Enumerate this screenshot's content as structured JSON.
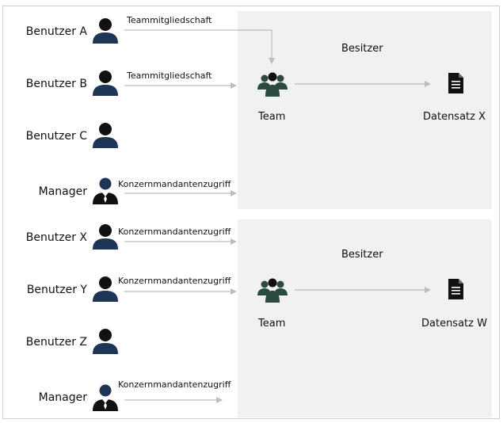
{
  "groups": [
    {
      "users": [
        {
          "label": "Benutzer A",
          "edge_label": "Teammitgliedschaft",
          "icon": "person-icon"
        },
        {
          "label": "Benutzer B",
          "edge_label": "Teammitgliedschaft",
          "icon": "person-icon"
        },
        {
          "label": "Benutzer C",
          "edge_label": "",
          "icon": "person-icon"
        },
        {
          "label": "Manager",
          "edge_label": "Konzernmandantenzugriff",
          "icon": "manager-icon"
        }
      ],
      "owner_label": "Besitzer",
      "team_label": "Team",
      "record_label": "Datensatz X"
    },
    {
      "users": [
        {
          "label": "Benutzer X",
          "edge_label": "Konzernmandantenzugriff",
          "icon": "person-icon"
        },
        {
          "label": "Benutzer Y",
          "edge_label": "Konzernmandantenzugriff",
          "icon": "person-icon"
        },
        {
          "label": "Benutzer Z",
          "edge_label": "",
          "icon": "person-icon"
        },
        {
          "label": "Manager",
          "edge_label": "Konzernmandantenzugriff",
          "icon": "manager-icon"
        }
      ],
      "owner_label": "Besitzer",
      "team_label": "Team",
      "record_label": "Datensatz W"
    }
  ],
  "colors": {
    "user_icon": "#1f3557",
    "manager_icon": "#111111",
    "team_icon": "#2d4a3e",
    "arrow": "#bdbdbd",
    "panel": "#f1f1f1"
  }
}
